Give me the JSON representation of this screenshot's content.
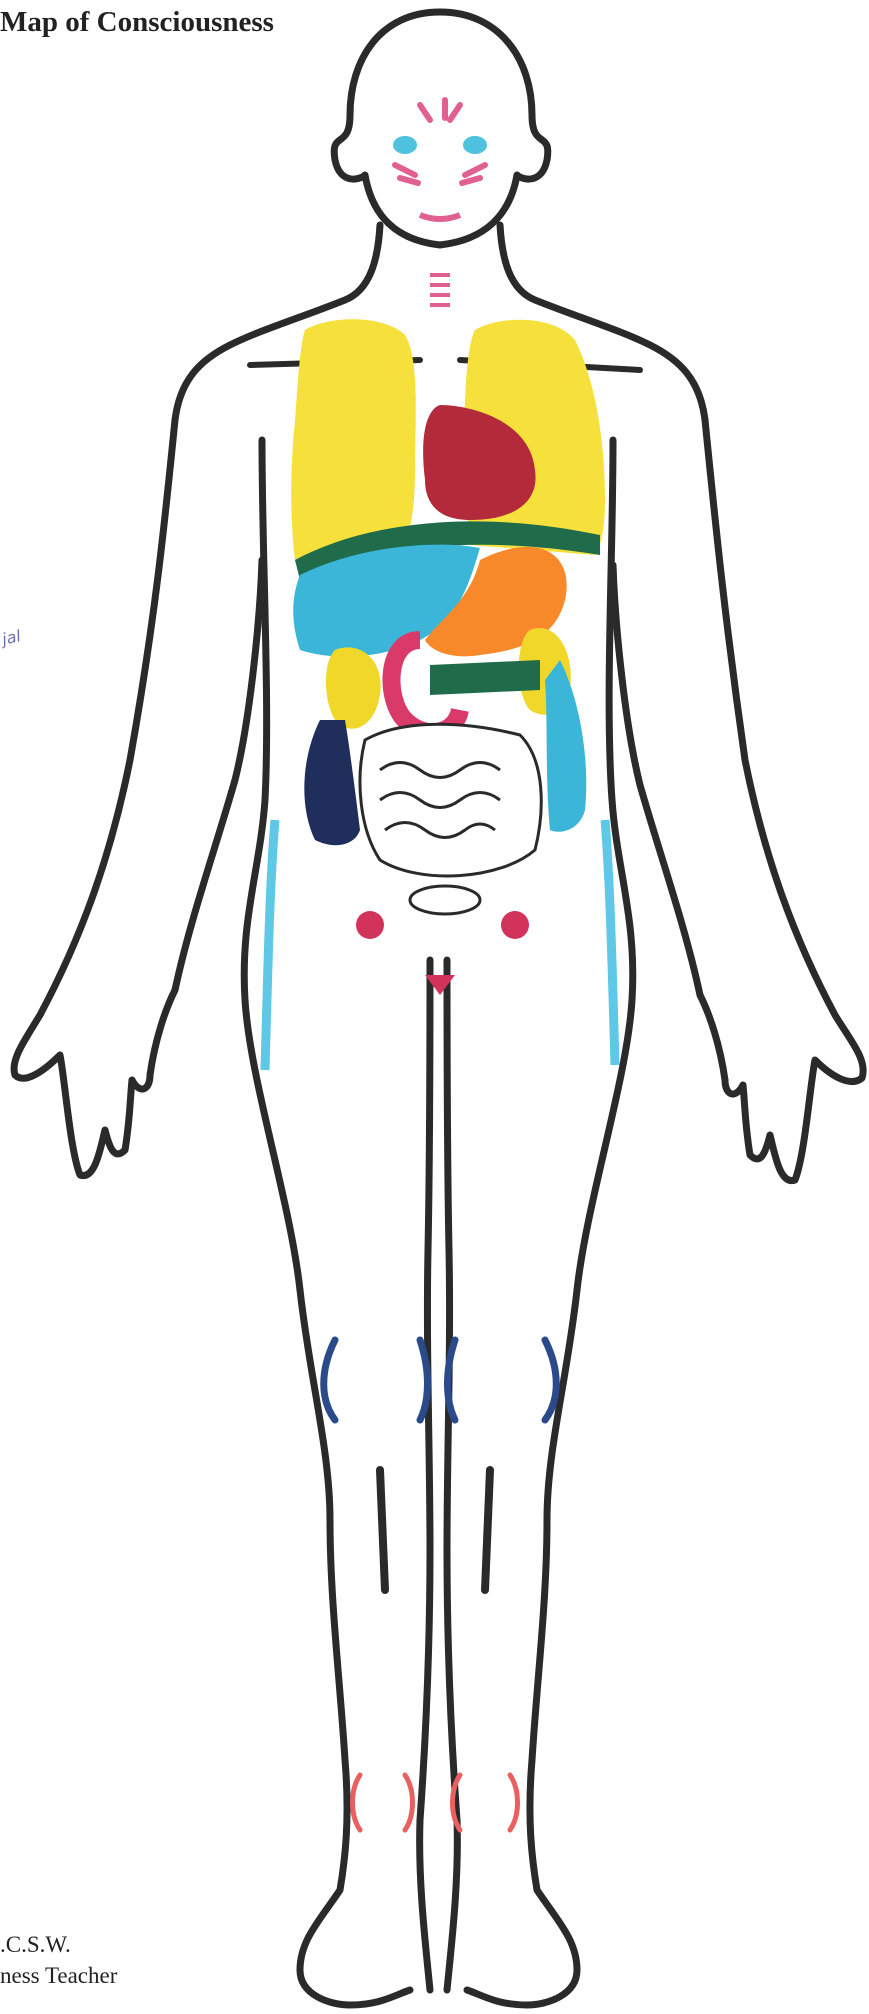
{
  "title": "Map of Consciousness",
  "handwritten_note": "jal",
  "credit": {
    "line1": ".C.S.W.",
    "line2": "ness Teacher"
  },
  "colors": {
    "outline": "#2a2a2a",
    "lungs": "#f6e03c",
    "heart": "#b32a3a",
    "liver": "#3cb6d8",
    "stomach": "#f7892a",
    "diaphragm": "#1f6b4a",
    "kidney_yellow": "#f1d72a",
    "colon_dark": "#1f2e5a",
    "intestine_pink": "#d93a6a",
    "ovaries": "#d2335a",
    "face_blue": "#4fc2e0",
    "face_pink": "#e06090",
    "knee_blue": "#2a4a8a",
    "ankle_red": "#e86060",
    "side_blue": "#5ec8e6"
  }
}
